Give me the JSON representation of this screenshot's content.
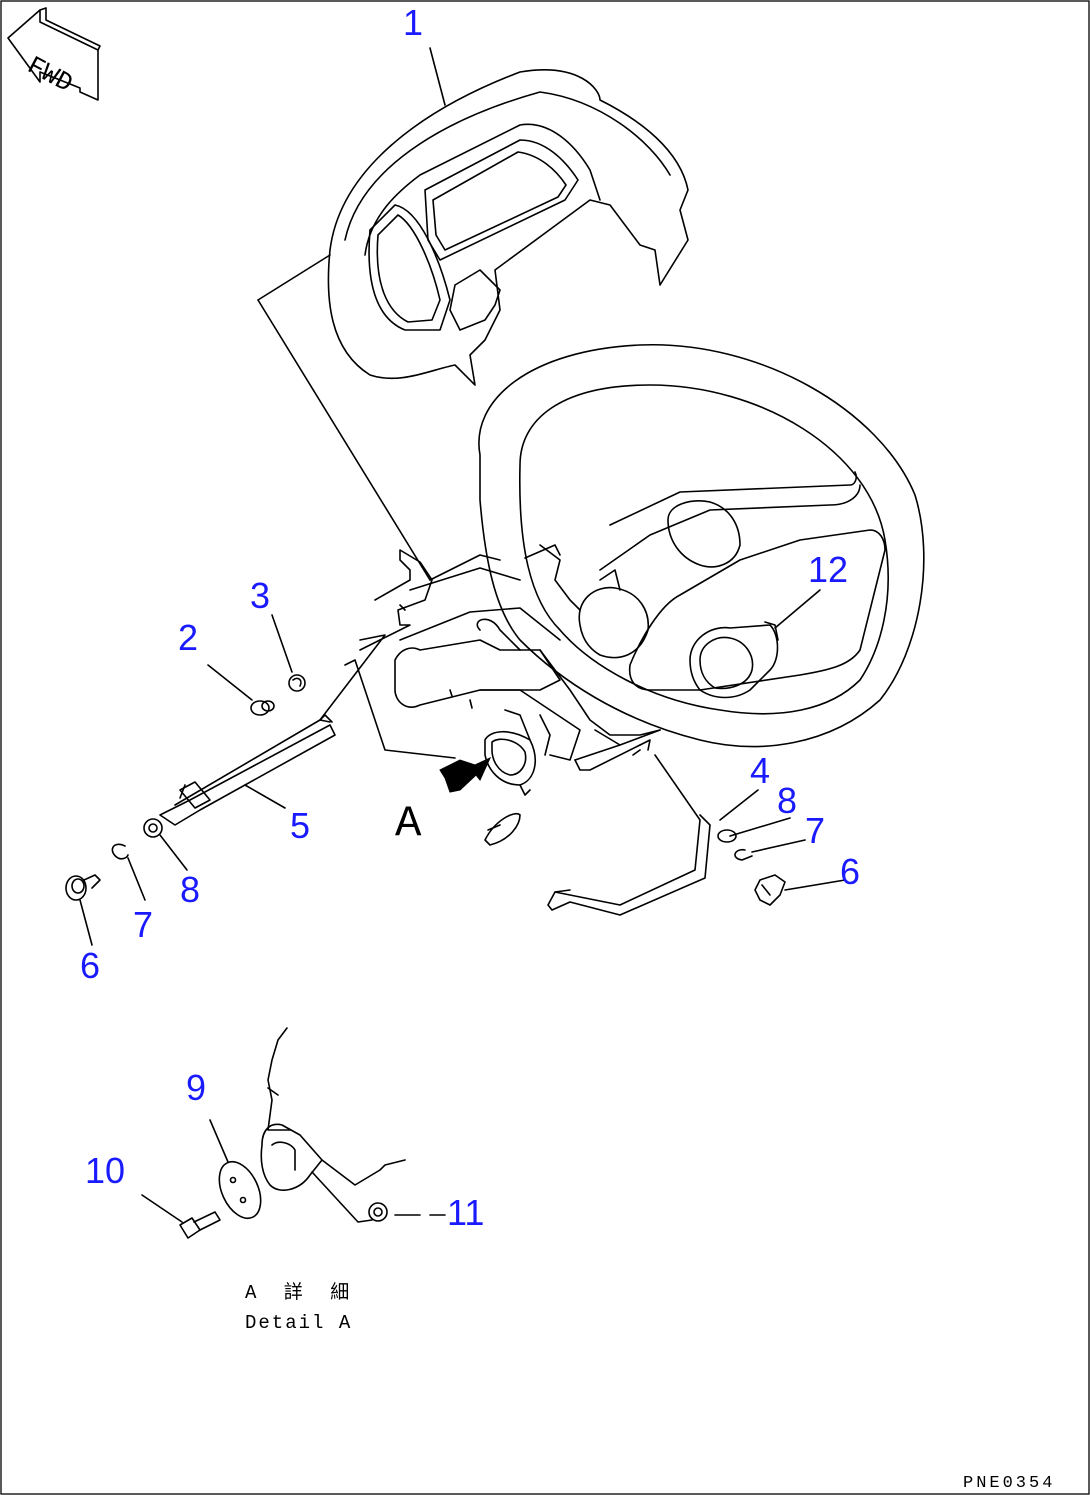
{
  "fwd_label": "FWD",
  "view_label": "A",
  "detail_title_jp": "A 詳 細",
  "detail_title_en": "Detail A",
  "drawing_code": "PNE0354",
  "callouts": [
    {
      "label": "1"
    },
    {
      "label": "2"
    },
    {
      "label": "3"
    },
    {
      "label": "4"
    },
    {
      "label": "5"
    },
    {
      "label": "6"
    },
    {
      "label": "7"
    },
    {
      "label": "8"
    },
    {
      "label": "8"
    },
    {
      "label": "7"
    },
    {
      "label": "6"
    },
    {
      "label": "12"
    },
    {
      "label": "9"
    },
    {
      "label": "10"
    },
    {
      "label": "11"
    }
  ],
  "colors": {
    "callout": "#1a1aff",
    "line": "#000000"
  }
}
